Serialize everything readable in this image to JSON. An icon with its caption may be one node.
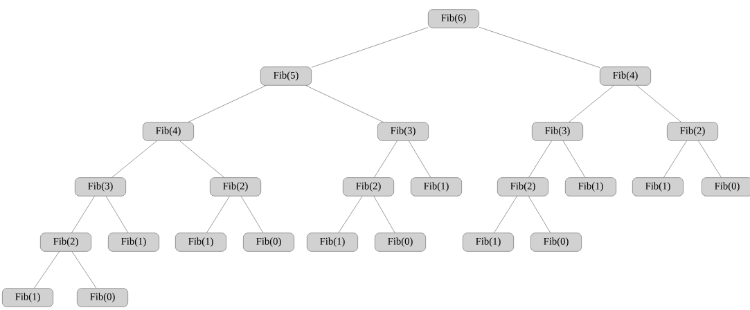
{
  "diagram": {
    "nodes": [
      {
        "text": [
          "Fib(6)"
        ]
      },
      {
        "text": [
          "Fib(5)"
        ]
      },
      {
        "text": [
          "Fib(4)"
        ]
      },
      {
        "text": [
          "Fib(3)"
        ]
      },
      {
        "text": [
          "Fib(2)"
        ]
      },
      {
        "text": [
          "Fib(1)"
        ]
      },
      {
        "text": [
          "Fib(0)"
        ]
      },
      {
        "text": [
          "Fib(1)"
        ]
      },
      {
        "text": [
          "Fib(2)"
        ]
      },
      {
        "text": [
          "Fib(1)"
        ]
      },
      {
        "text": [
          "Fib(0)"
        ]
      },
      {
        "text": [
          "Fib(3)"
        ]
      },
      {
        "text": [
          "Fib(2)"
        ]
      },
      {
        "text": [
          "Fib(1)"
        ]
      },
      {
        "text": [
          "Fib(0)"
        ]
      },
      {
        "text": [
          "Fib(1)"
        ]
      },
      {
        "text": [
          "Fib(4)"
        ]
      },
      {
        "text": [
          "Fib(3)"
        ]
      },
      {
        "text": [
          "Fib(2)"
        ]
      },
      {
        "text": [
          "Fib(1)"
        ]
      },
      {
        "text": [
          "Fib(0)"
        ]
      },
      {
        "text": [
          "Fib(1)"
        ]
      },
      {
        "text": [
          "Fib(2)"
        ]
      },
      {
        "text": [
          "Fib(1)"
        ]
      },
      {
        "text": [
          "Fib(0)"
        ]
      }
    ],
    "edges": [
      {
        "from": 0,
        "to": 1,
        "arrow": "none"
      },
      {
        "from": 1,
        "to": 2,
        "arrow": "none"
      },
      {
        "from": 2,
        "to": 3,
        "arrow": "none"
      },
      {
        "from": 3,
        "to": 4,
        "arrow": "none"
      },
      {
        "from": 4,
        "to": 5,
        "arrow": "none"
      },
      {
        "from": 4,
        "to": 6,
        "arrow": "none"
      },
      {
        "from": 3,
        "to": 7,
        "arrow": "none"
      },
      {
        "from": 2,
        "to": 8,
        "arrow": "none"
      },
      {
        "from": 8,
        "to": 9,
        "arrow": "none"
      },
      {
        "from": 8,
        "to": 10,
        "arrow": "none"
      },
      {
        "from": 1,
        "to": 11,
        "arrow": "none"
      },
      {
        "from": 11,
        "to": 12,
        "arrow": "none"
      },
      {
        "from": 12,
        "to": 13,
        "arrow": "none"
      },
      {
        "from": 12,
        "to": 14,
        "arrow": "none"
      },
      {
        "from": 11,
        "to": 15,
        "arrow": "none"
      },
      {
        "from": 0,
        "to": 16,
        "arrow": "none"
      },
      {
        "from": 16,
        "to": 17,
        "arrow": "none"
      },
      {
        "from": 17,
        "to": 18,
        "arrow": "none"
      },
      {
        "from": 18,
        "to": 19,
        "arrow": "none"
      },
      {
        "from": 18,
        "to": 20,
        "arrow": "none"
      },
      {
        "from": 17,
        "to": 21,
        "arrow": "none"
      },
      {
        "from": 16,
        "to": 22,
        "arrow": "none"
      },
      {
        "from": 22,
        "to": 23,
        "arrow": "none"
      },
      {
        "from": 22,
        "to": 24,
        "arrow": "none"
      }
    ]
  }
}
